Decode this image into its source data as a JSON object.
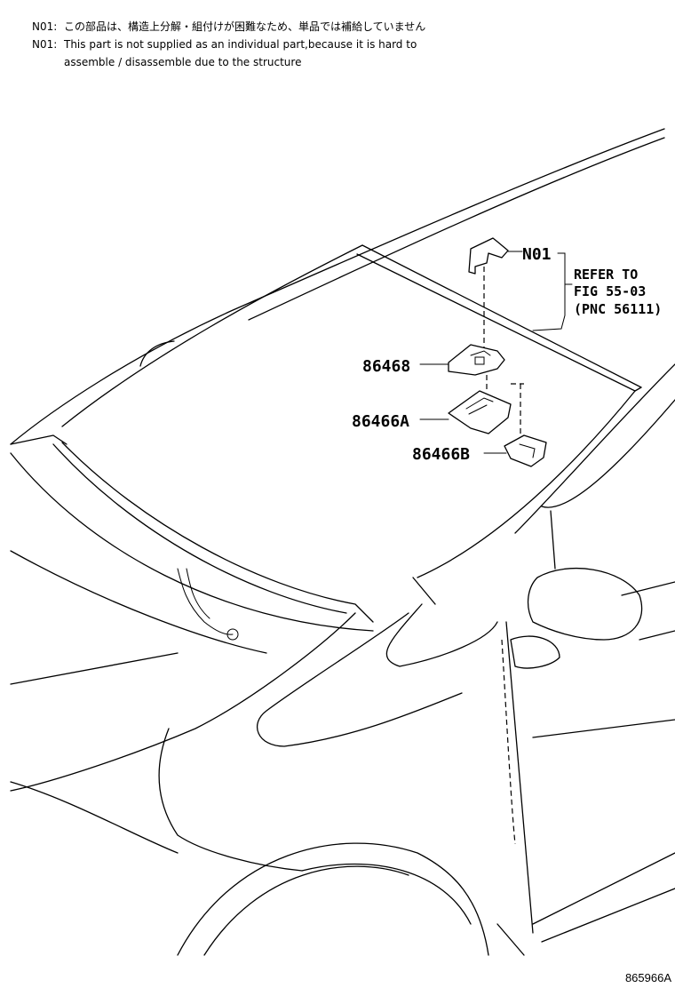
{
  "notes": [
    {
      "code": "N01:",
      "text": "この部品は、構造上分解・組付けが困難なため、単品では補給していません"
    },
    {
      "code": "N01:",
      "text": "This part is not supplied as an individual part,because it is hard to",
      "text2": "assemble / disassemble due to the structure"
    }
  ],
  "callouts": {
    "n01": "N01",
    "p86468": "86468",
    "p86466a": "86466A",
    "p86466b": "86466B"
  },
  "reference": {
    "line1": "REFER TO",
    "line2": "FIG 55-03",
    "line3": "(PNC 56111)"
  },
  "figure_id": "865966A"
}
